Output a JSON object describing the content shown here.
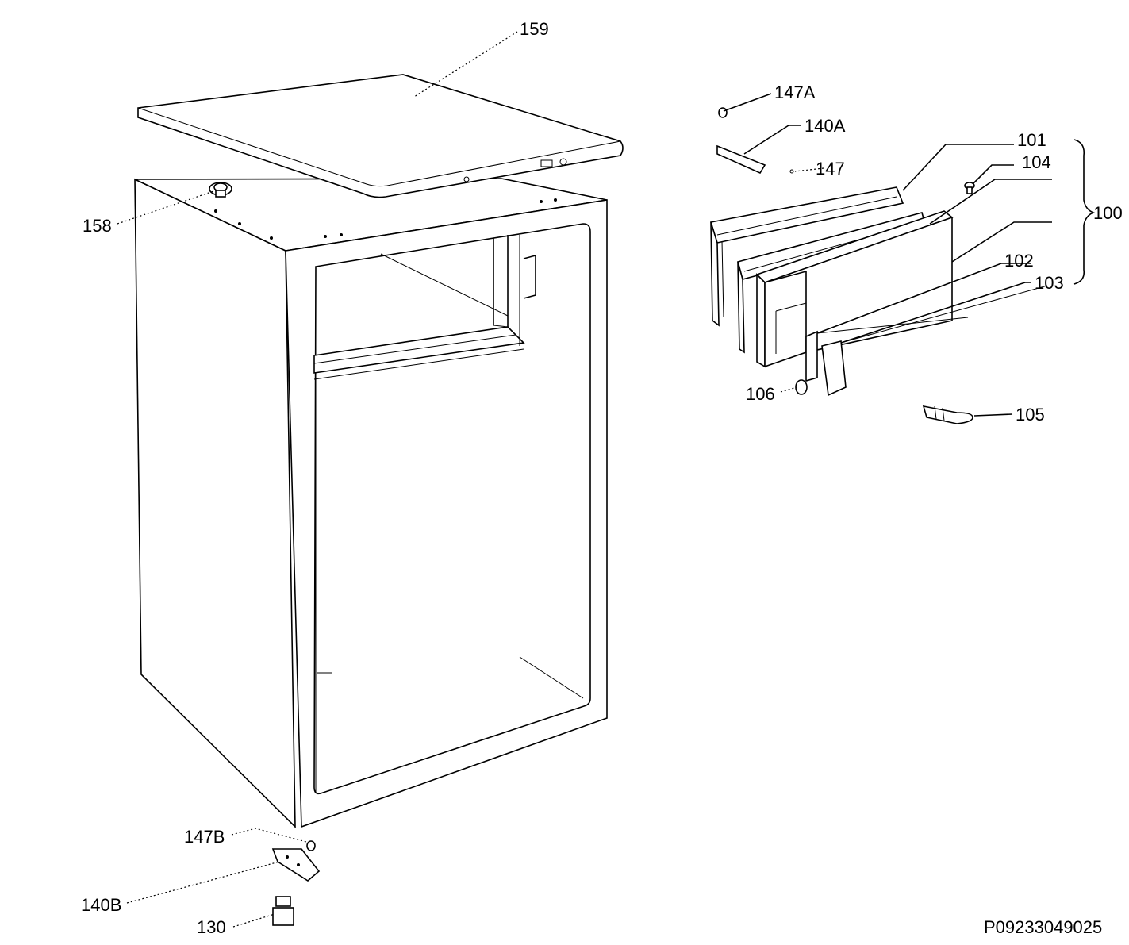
{
  "drawing_code": "P09233049025",
  "callouts": {
    "c159": "159",
    "c158": "158",
    "c147A": "147A",
    "c140A": "140A",
    "c147": "147",
    "c101": "101",
    "c104": "104",
    "c100": "100",
    "c102": "102",
    "c103": "103",
    "c106": "106",
    "c105": "105",
    "c147B": "147B",
    "c140B": "140B",
    "c130": "130"
  }
}
